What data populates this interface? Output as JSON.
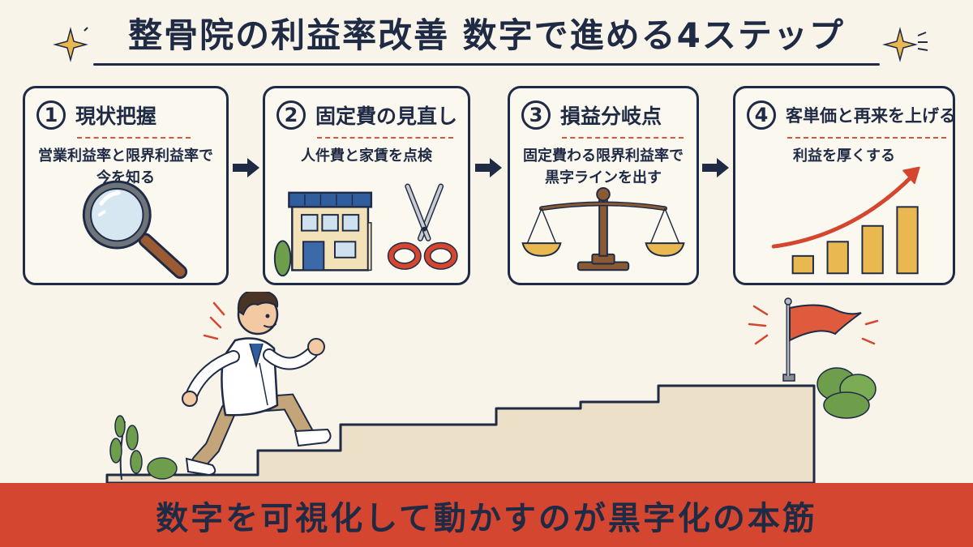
{
  "title": "整骨院の利益率改善 数字で進める4ステップ",
  "steps": [
    {
      "number": "1",
      "title": "現状把握",
      "description": "営業利益率と限界利益率で\n今を知る",
      "icon": "magnifier-icon"
    },
    {
      "number": "2",
      "title": "固定費の見直し",
      "description": "人件費と家賃を点検",
      "icon": "building-and-scissors-icon"
    },
    {
      "number": "3",
      "title": "損益分岐点",
      "description": "固定費わる限界利益率で\n黒字ラインを出す",
      "icon": "balance-scale-icon"
    },
    {
      "number": "4",
      "title": "客単価と再来を上げる",
      "description": "利益を厚くする",
      "icon": "growth-bar-chart-icon"
    }
  ],
  "bottom_message": "数字を可視化して動かすのが黒字化の本筋",
  "colors": {
    "navy": "#1f2a44",
    "accent_red": "#d4462f",
    "background": "#f8f4ea",
    "gold": "#e9b851",
    "leaf_green": "#6e9e4b"
  }
}
